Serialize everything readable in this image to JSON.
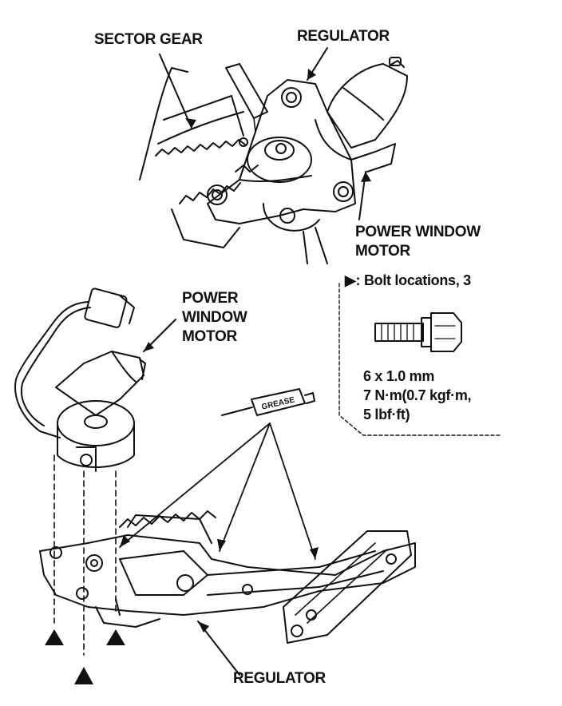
{
  "labels": {
    "sector_gear": "SECTOR GEAR",
    "regulator_top": "REGULATOR",
    "motor_top_line1": "POWER WINDOW",
    "motor_top_line2": "MOTOR",
    "motor_mid_line1": "POWER",
    "motor_mid_line2": "WINDOW",
    "motor_mid_line3": "MOTOR",
    "regulator_bottom": "REGULATOR",
    "grease": "GREASE"
  },
  "bolt_box": {
    "title": "▶: Bolt locations, 3",
    "spec_line1": "6 x 1.0 mm",
    "spec_line2": "7 N·m(0.7 kgf·m,",
    "spec_line3": "5 lbf·ft)"
  },
  "colors": {
    "ink": "#111111",
    "paper": "#ffffff"
  }
}
